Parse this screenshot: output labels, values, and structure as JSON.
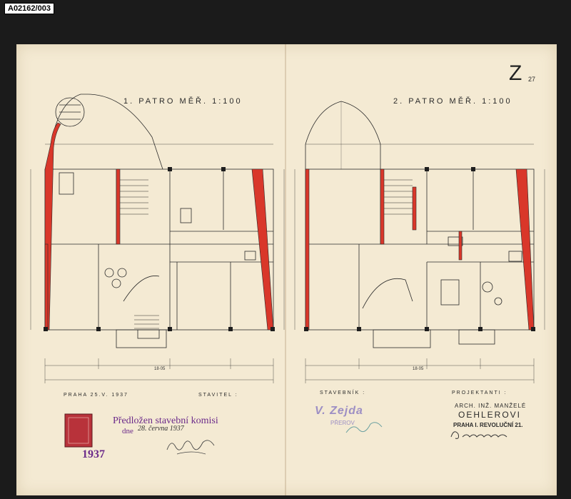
{
  "archive_id": "A02162/003",
  "sheet_number": "Z",
  "sheet_sub": "27",
  "plans": [
    {
      "title": "1. PATRO   MĚŘ. 1:100",
      "total_width": "18·05"
    },
    {
      "title": "2. PATRO   MĚŘ. 1:100",
      "total_width": "18·05"
    }
  ],
  "place_date": "PRAHA 25.V. 1937",
  "builder_label": "STAVITEL :",
  "builder_stamp": "V. Zejda",
  "builder_town": "PŘEROV",
  "client_label": "STAVEBNÍK :",
  "designers_label": "PROJEKTANTI :",
  "designers_line1": "ARCH. INŽ. MANŽELÉ",
  "designers_name": "OEHLEROVI",
  "designers_address": "PRAHA I. REVOLUČNÍ 21.",
  "stamp_committee": "Předložen stavební komisi",
  "stamp_date_prefix": "dne",
  "stamp_date_value": "28. června 1937",
  "revenue_stamp_year": "1937",
  "colors": {
    "paper": "#f4ead3",
    "ink": "#2a2a2a",
    "wall_red": "#d9372a",
    "stamp_purple": "#6b2a8a"
  }
}
